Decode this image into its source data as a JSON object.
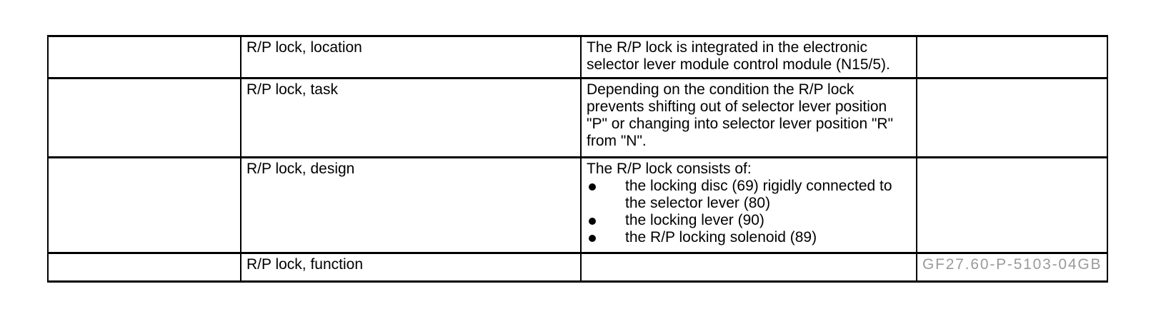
{
  "table": {
    "border_color": "#000000",
    "text_color": "#000000",
    "code_color": "#9a9a9a",
    "rows": [
      {
        "label": "R/P lock, location",
        "description": "The R/P lock is integrated in the electronic\nselector lever module control module (N15/5).",
        "code": ""
      },
      {
        "label": "R/P lock, task",
        "description": "Depending on the condition the R/P lock\nprevents shifting out of selector lever position\n\"P\" or changing into selector lever position \"R\"\nfrom \"N\".",
        "code": ""
      },
      {
        "label": "R/P lock, design",
        "description_intro": "The R/P lock consists of:",
        "bullets": [
          "the locking disc (69) rigidly connected to\nthe selector lever (80)",
          "the locking lever (90)",
          "the R/P locking solenoid (89)"
        ],
        "code": ""
      },
      {
        "label": "R/P lock, function",
        "description": "",
        "code": "GF27.60-P-5103-04GB"
      }
    ]
  }
}
